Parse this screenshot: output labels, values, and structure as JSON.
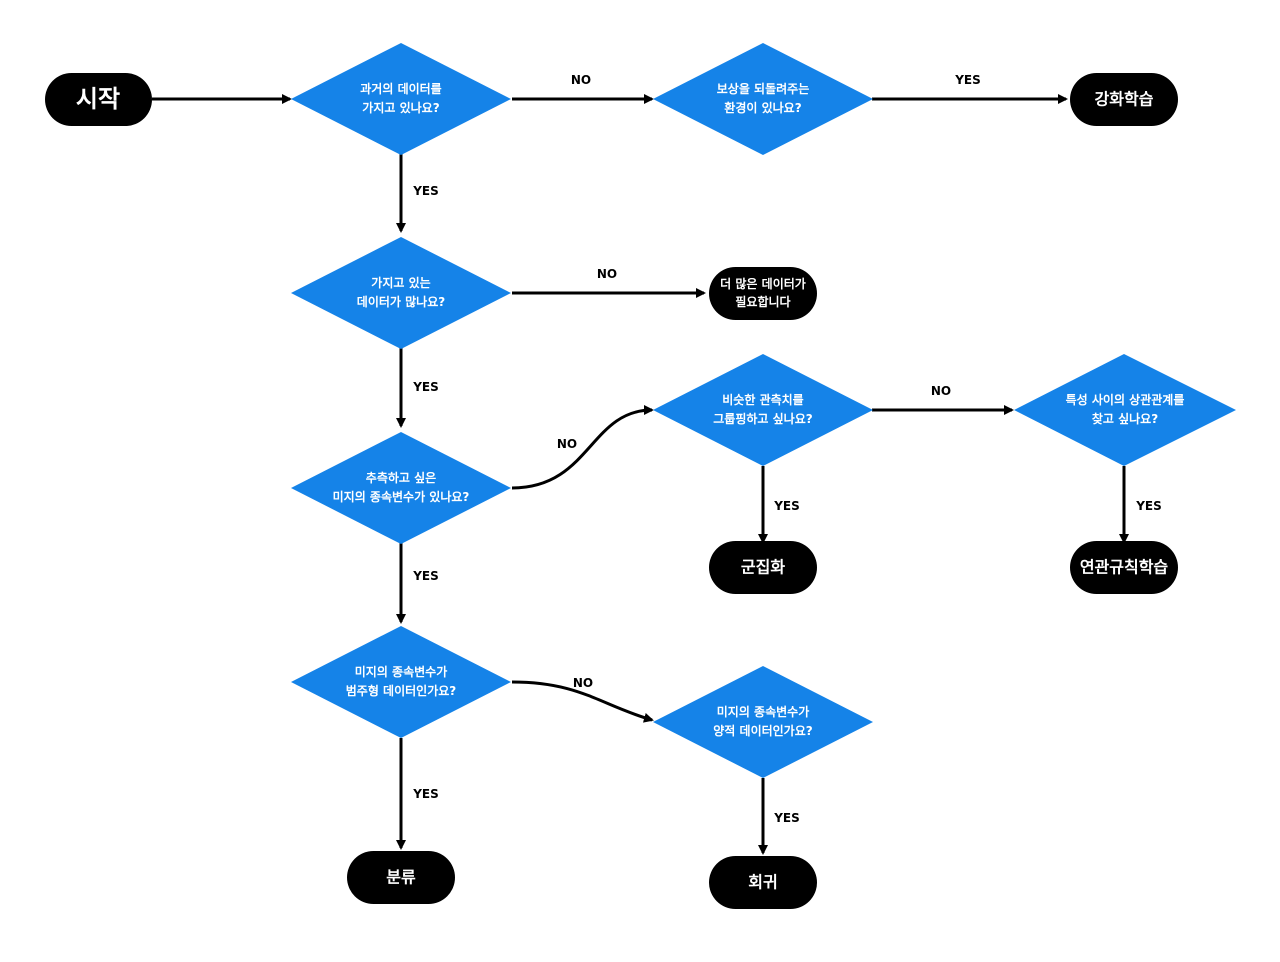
{
  "nodes": {
    "start": {
      "text": "시작"
    },
    "has_past_data": {
      "lines": [
        "과거의 데이터를",
        "가지고 있나요?"
      ]
    },
    "reward_env": {
      "lines": [
        "보상을 되돌려주는",
        "환경이 있나요?"
      ]
    },
    "reinforcement": {
      "text": "강화학습"
    },
    "enough_data": {
      "lines": [
        "가지고 있는",
        "데이터가 많나요?"
      ]
    },
    "need_more_data": {
      "lines": [
        "더 많은 데이터가",
        "필요합니다"
      ]
    },
    "predict_target": {
      "lines": [
        "추측하고 싶은",
        "미지의 종속변수가 있나요?"
      ]
    },
    "group_similar": {
      "lines": [
        "비슷한 관측치를",
        "그룹핑하고 싶나요?"
      ]
    },
    "find_correlation": {
      "lines": [
        "특성 사이의 상관관계를",
        "찾고 싶나요?"
      ]
    },
    "clustering": {
      "text": "군집화"
    },
    "association": {
      "text": "연관규칙학습"
    },
    "categorical": {
      "lines": [
        "미지의 종속변수가",
        "범주형 데이터인가요?"
      ]
    },
    "quantitative": {
      "lines": [
        "미지의 종속변수가",
        "양적 데이터인가요?"
      ]
    },
    "classification": {
      "text": "분류"
    },
    "regression": {
      "text": "회귀"
    }
  },
  "edge_labels": {
    "yes": "YES",
    "no": "NO"
  },
  "colors": {
    "decision": "#1583e8",
    "terminal": "#000000",
    "text": "#ffffff",
    "line": "#000000"
  }
}
